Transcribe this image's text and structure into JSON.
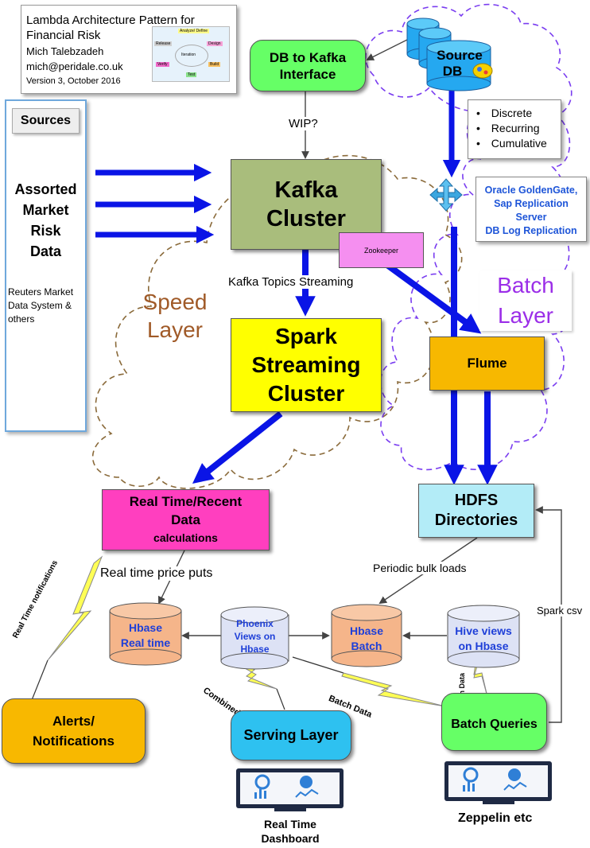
{
  "header": {
    "title_line1": "Lambda Architecture Pattern for",
    "title_line2": "Financial Risk",
    "author": "Mich Talebzadeh",
    "email": "mich@peridale.co.uk",
    "version": "Version 3, October 2016",
    "thumb_labels": [
      "Analyze/ Define",
      "Design",
      "Build",
      "Test",
      "Verify",
      "Release",
      "Iteration"
    ]
  },
  "sources": {
    "title": "Sources",
    "main_line1": "Assorted",
    "main_line2": "Market",
    "main_line3": "Risk",
    "main_line4": "Data",
    "sub_line1": "Reuters Market",
    "sub_line2": "Data System &",
    "sub_line3": "others"
  },
  "db_kafka": {
    "line1": "DB to Kafka",
    "line2": "Interface"
  },
  "source_db": {
    "line1": "Source",
    "line2": "DB"
  },
  "bullets": [
    "Discrete",
    "Recurring",
    "Cumulative"
  ],
  "replication": {
    "line1": "Oracle GoldenGate,",
    "line2": "Sap Replication",
    "line3": "Server",
    "line4": "DB Log Replication"
  },
  "wip": "WIP?",
  "kafka": {
    "line1": "Kafka",
    "line2": "Cluster"
  },
  "zookeeper": "Zookeeper",
  "kafka_topics": "Kafka Topics Streaming",
  "speed_layer": {
    "line1": "Speed",
    "line2": "Layer"
  },
  "batch_layer": {
    "line1": "Batch",
    "line2": "Layer"
  },
  "spark": {
    "line1": "Spark",
    "line2": "Streaming",
    "line3": "Cluster"
  },
  "flume": "Flume",
  "realtime": {
    "line1": "Real Time/Recent",
    "line2": "Data",
    "line3": "calculations"
  },
  "hdfs": {
    "line1": "HDFS",
    "line2": "Directories"
  },
  "realtime_puts": "Real time price puts",
  "periodic_loads": "Periodic bulk loads",
  "spark_csv": "Spark csv",
  "realtime_notifications": "Real Time notifications",
  "hbase_rt": {
    "line1": "Hbase",
    "line2": "Real time"
  },
  "phoenix": {
    "line1": "Phoenix",
    "line2": "Views on",
    "line3": "Hbase"
  },
  "hbase_batch": {
    "line1": "Hbase",
    "line2": "Batch"
  },
  "hive": {
    "line1": "Hive views",
    "line2": "on Hbase"
  },
  "combined_data": "Combined Data",
  "batch_data_1": "Batch Data",
  "batch_data_2": "Batch Data",
  "alerts": {
    "line1": "Alerts/",
    "line2": "Notifications"
  },
  "serving": "Serving Layer",
  "batch_queries": "Batch Queries",
  "dashboard": {
    "line1": "Real Time",
    "line2": "Dashboard"
  },
  "zeppelin": "Zeppelin etc",
  "colors": {
    "arrow_blue": "#0a14e6",
    "kafka": "#a9bd7c",
    "spark": "#ffff00",
    "zookeeper": "#f58ff0",
    "flume": "#f7b800",
    "realtime": "#ff3fbf",
    "hdfs": "#b3ecf7",
    "hbase": "#f5b58a",
    "phoenix_hive": "#dde2f5",
    "green_box": "#66ff66",
    "serving": "#2ec1f0",
    "alerts": "#f8b800",
    "speed_text": "#a05a28",
    "batch_text": "#9b2ee8"
  }
}
